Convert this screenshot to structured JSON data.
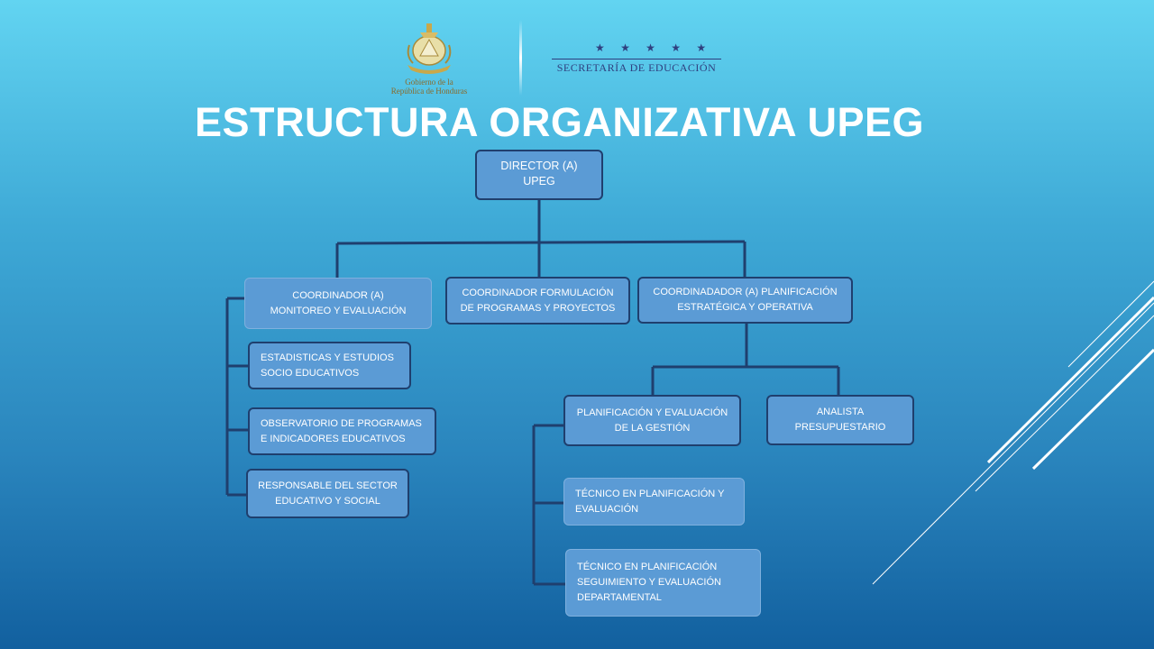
{
  "header": {
    "government_text": "Gobierno de la\nRepública de Honduras",
    "secretariat_text": "SECRETARÍA DE EDUCACIÓN",
    "stars": "★ ★ ★ ★ ★",
    "title": "ESTRUCTURA ORGANIZATIVA UPEG"
  },
  "org_chart": {
    "director": "DIRECTOR (A)\nUPEG",
    "coord_monitoring": "COORDINADOR (A)\nMONITOREO Y EVALUACIÓN",
    "coord_formulation": "COORDINADOR FORMULACIÓN\nDE PROGRAMAS Y PROYECTOS",
    "coord_planning": "COORDINADADOR (A) PLANIFICACIÓN\nESTRATÉGICA Y OPERATIVA",
    "statistics": "ESTADISTICAS Y ESTUDIOS\nSOCIO EDUCATIVOS",
    "observatory": "OBSERVATORIO DE PROGRAMAS\nE INDICADORES EDUCATIVOS",
    "sector_manager": "RESPONSABLE DEL SECTOR\nEDUCATIVO Y SOCIAL",
    "management_planning": "PLANIFICACIÓN Y EVALUACIÓN\nDE LA GESTIÓN",
    "budget_analyst": "ANALISTA\nPRESUPUESTARIO",
    "planning_technician": "TÉCNICO EN PLANIFICACIÓN Y\nEVALUACIÓN",
    "departmental_technician": "TÉCNICO EN PLANIFICACIÓN\nSEGUIMIENTO Y EVALUACIÓN\nDEPARTAMENTAL"
  }
}
